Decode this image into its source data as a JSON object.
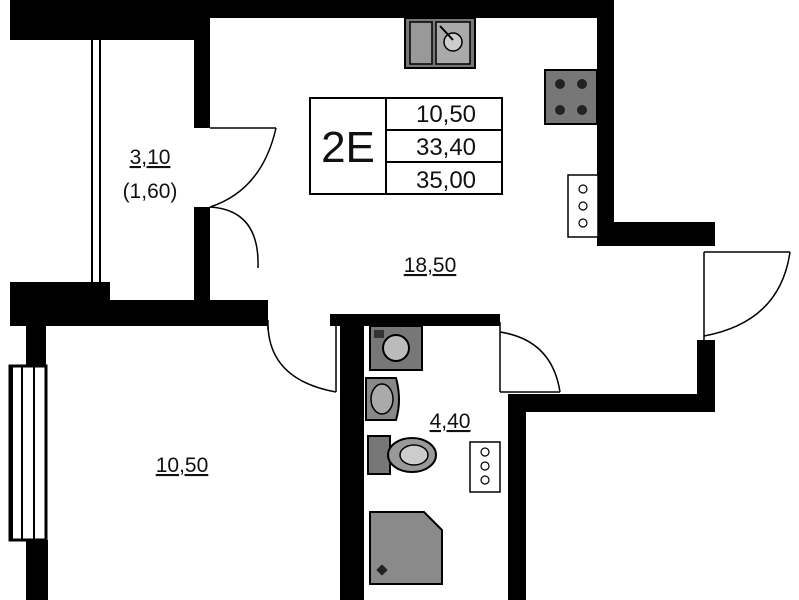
{
  "apartment": {
    "code": "2E",
    "summary": [
      "10,50",
      "33,40",
      "35,00"
    ]
  },
  "rooms": {
    "balcony": {
      "area": "3,10",
      "reduced_area": "(1,60)"
    },
    "kitchen": {
      "area": "18,50"
    },
    "bedroom": {
      "area": "10,50"
    },
    "bathroom": {
      "area": "4,40"
    }
  },
  "colors": {
    "wall": "#000000",
    "fixture": "#555555",
    "fixture_fill": "#8a8a8a",
    "background": "#ffffff"
  },
  "icons": [
    "sink-icon",
    "stove-icon",
    "washing-machine-icon",
    "basin-icon",
    "toilet-icon",
    "shower-tray-icon",
    "socket-panel-icon",
    "door-swing-icon"
  ]
}
